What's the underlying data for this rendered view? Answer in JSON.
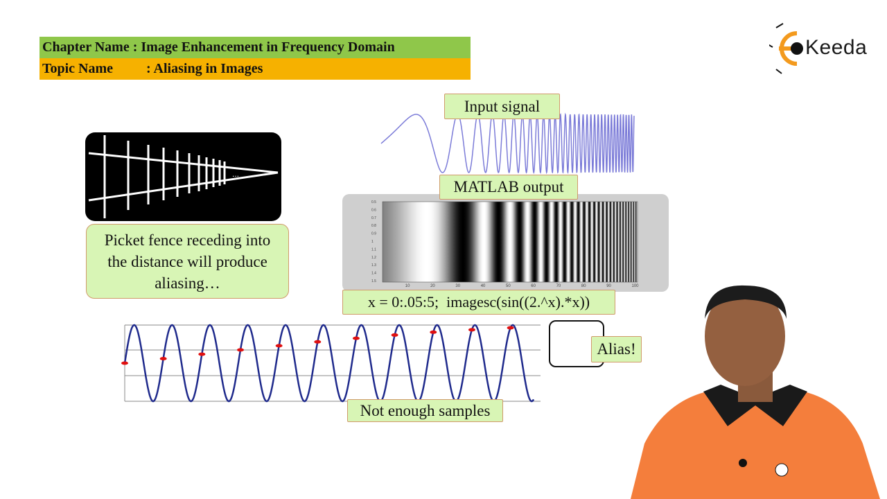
{
  "header": {
    "chapter_label": "Chapter Name : ",
    "chapter_value": "Image Enhancement in Frequency Domain",
    "topic_label": "Topic Name",
    "topic_value": ": Aliasing in Images"
  },
  "logo": {
    "text": "Keeda",
    "icon": "ekeeda-e-logo"
  },
  "callouts": {
    "fence": "Picket fence receding into the distance will produce aliasing…",
    "input_signal": "Input signal",
    "matlab_output": "MATLAB output",
    "code": "x = 0:.05:5;  imagesc(sin((2.^x).*x))",
    "alias": "Alias!",
    "not_enough_samples": "Not enough samples"
  },
  "matlab_axis": {
    "x_ticks": [
      "10",
      "20",
      "30",
      "40",
      "50",
      "60",
      "70",
      "80",
      "90",
      "100"
    ],
    "y_ticks": [
      "0.5",
      "0.6",
      "0.7",
      "0.8",
      "0.9",
      "1",
      "1.1",
      "1.2",
      "1.3",
      "1.4",
      "1.5"
    ]
  },
  "fence_image": {
    "ellipsis": "..."
  },
  "colors": {
    "chapter_bar": "#8fc74a",
    "topic_bar": "#f6b100",
    "callout_fill": "#d8f5b5",
    "signal_line": "#7b7bd8",
    "sample_wave": "#1f2a8c",
    "sample_points": "#e01010",
    "presenter_shirt": "#f47e3c"
  }
}
